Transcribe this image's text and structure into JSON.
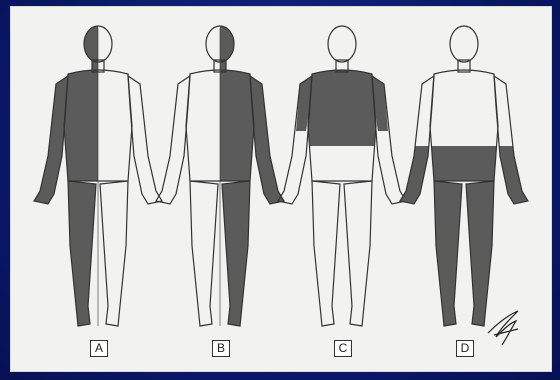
{
  "panels": [
    {
      "id": "A",
      "label": "A",
      "shading": "left-half"
    },
    {
      "id": "B",
      "label": "B",
      "shading": "right-half"
    },
    {
      "id": "C",
      "label": "C",
      "shading": "upper-trunk-and-arms"
    },
    {
      "id": "D",
      "label": "D",
      "shading": "lower-trunk-and-legs"
    }
  ],
  "colors": {
    "background": "#0b1a6e",
    "card": "#f2f2f0",
    "shade": "#5b5b5b",
    "outline": "#333333"
  },
  "signature": "signature-mark"
}
